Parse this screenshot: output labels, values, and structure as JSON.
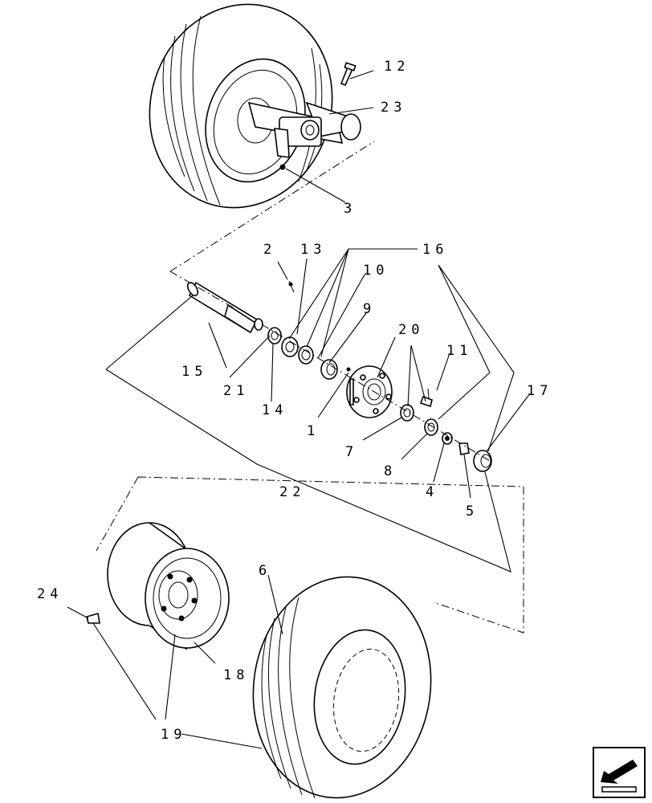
{
  "callouts": {
    "c1": "1",
    "c2": "2",
    "c3": "3",
    "c4": "4",
    "c5": "5",
    "c6": "6",
    "c7": "7",
    "c8": "8",
    "c9": "9",
    "c10": "10",
    "c11": "11",
    "c12": "12",
    "c13": "13",
    "c14": "14",
    "c15": "15",
    "c16": "16",
    "c17": "17",
    "c18": "18",
    "c19": "19",
    "c20": "20",
    "c21": "21",
    "c22": "22",
    "c23": "23",
    "c24": "24"
  },
  "icons": {
    "nav": "return-arrow-icon"
  }
}
